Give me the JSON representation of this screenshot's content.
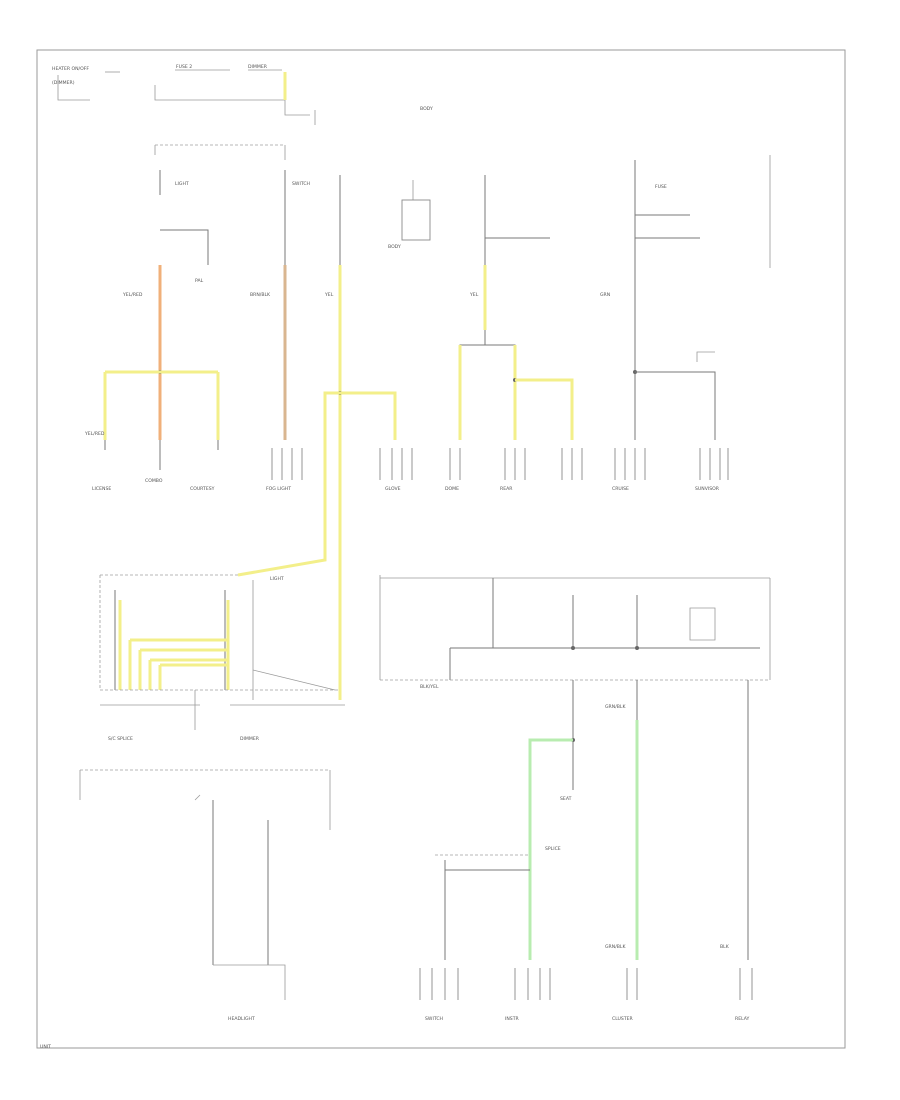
{
  "diagram": {
    "labels": {
      "t01": "HEATER ON/OFF",
      "t02": "(DIMMER)",
      "t03": "FUSE 2",
      "t04": "DIMMER",
      "t05": "BODY",
      "t06": "LIGHT",
      "t07": "SWITCH",
      "t08": "PAL",
      "t09": "BODY",
      "t10": "FUSE",
      "t11": "YEL/RED",
      "t12": "BRN/BLK",
      "t13": "YEL/RED",
      "t14": "YEL",
      "t15": "YEL",
      "t16": "GRN",
      "t17": "LICENSE",
      "t18": "COMBO",
      "t19": "COURTESY",
      "t20": "FOG LIGHT",
      "t21": "GLOVE",
      "t22": "DOME",
      "t23": "REAR",
      "t24": "CRUISE",
      "t25": "SUNVISOR",
      "t26": "S/C SPLICE",
      "t27": "DIMMER",
      "t28": "LIGHT",
      "t29": "BLK/YEL",
      "t30": "GRN/BLK",
      "t31": "SEAT",
      "t32": "SPLICE",
      "t33": "GRN/BLK",
      "t34": "BLK",
      "t35": "HEADLIGHT",
      "t36": "SWITCH",
      "t37": "INSTR",
      "t38": "CLUSTER",
      "t39": "RELAY",
      "t40": "UNIT"
    }
  }
}
